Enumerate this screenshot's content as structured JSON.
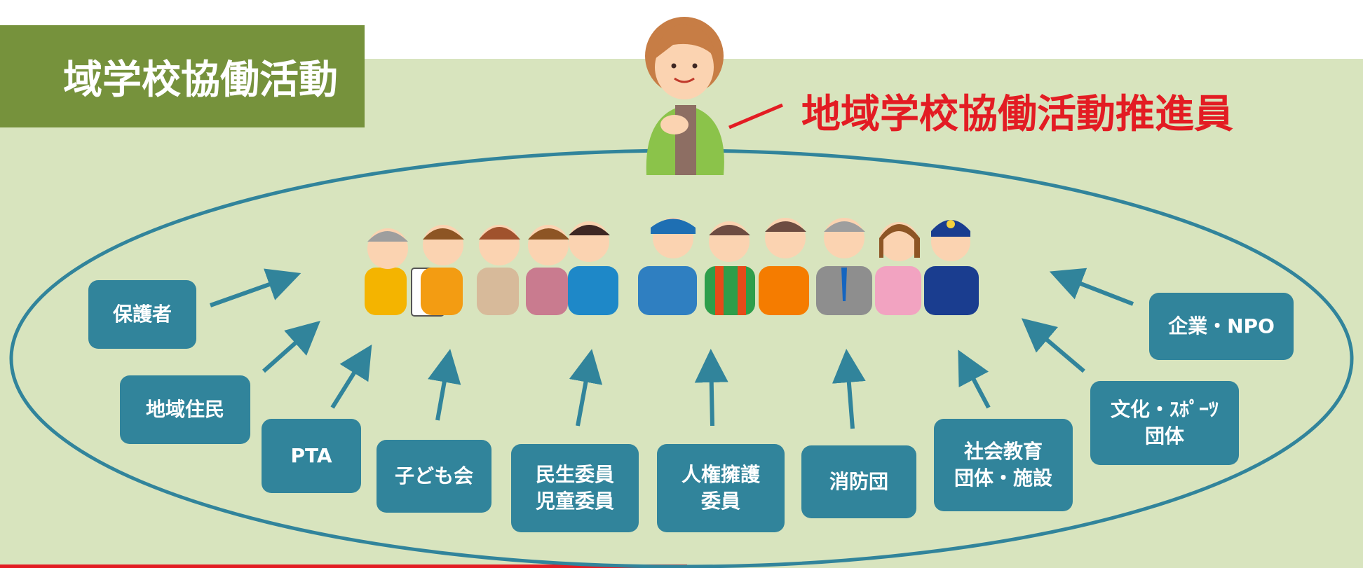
{
  "title": "域学校協働活動",
  "coordinator": {
    "label": "地域学校協働活動推進員",
    "figure": "coordinator-person"
  },
  "colors": {
    "title_bg": "#76923c",
    "panel_bg": "#d8e4be",
    "box_bg": "#31849b",
    "ellipse": "#31849b",
    "accent_red": "#e31c23"
  },
  "group_figure": "community-people-group",
  "participants": [
    {
      "id": "guardians",
      "lines": [
        "保護者"
      ]
    },
    {
      "id": "residents",
      "lines": [
        "地域住民"
      ]
    },
    {
      "id": "pta",
      "lines": [
        "PTA"
      ]
    },
    {
      "id": "childrens-assoc",
      "lines": [
        "子ども会"
      ]
    },
    {
      "id": "welfare",
      "lines": [
        "民生委員",
        "児童委員"
      ]
    },
    {
      "id": "human-rights",
      "lines": [
        "人権擁護",
        "委員"
      ]
    },
    {
      "id": "fire-brigade",
      "lines": [
        "消防団"
      ]
    },
    {
      "id": "social-education",
      "lines": [
        "社会教育",
        "団体・施設"
      ]
    },
    {
      "id": "culture-sports",
      "lines": [
        "文化・ｽﾎﾟｰﾂ",
        "団体"
      ]
    },
    {
      "id": "business-npo",
      "lines": [
        "企業・NPO"
      ]
    }
  ]
}
